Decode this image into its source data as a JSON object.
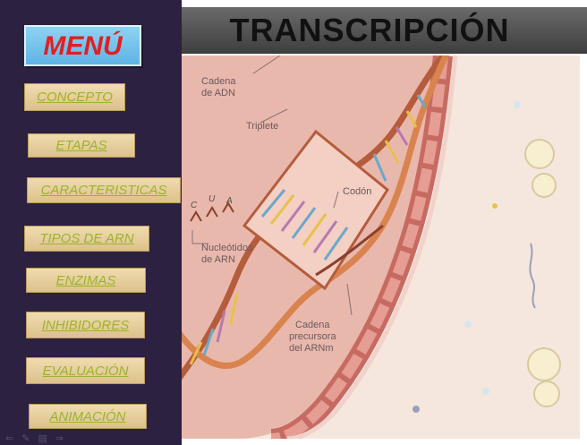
{
  "page": {
    "title": "TRANSCRIPCIÓN"
  },
  "menu": {
    "header": "MENÚ",
    "items": [
      {
        "label": "CONCEPTO"
      },
      {
        "label": "ETAPAS"
      },
      {
        "label": "CARACTERISTICAS"
      },
      {
        "label": "TIPOS DE ARN"
      },
      {
        "label": "ENZIMAS"
      },
      {
        "label": "INHIBIDORES"
      },
      {
        "label": "EVALUACIÓN"
      },
      {
        "label": "ANIMACIÓN"
      }
    ]
  },
  "illustration": {
    "labels": {
      "dna_chain": [
        "Cadena",
        "de ADN"
      ],
      "triplet": "Triplete",
      "codon": "Codón",
      "nucleotides": [
        "Nucleótidos",
        "de ARN"
      ],
      "precursor": [
        "Cadena",
        "precursora",
        "del ARNm"
      ],
      "bases": [
        "C",
        "U",
        "A"
      ]
    }
  },
  "nav_icons": [
    "back-arrow-icon",
    "pencil-icon",
    "menu-icon",
    "forward-arrow-icon"
  ]
}
